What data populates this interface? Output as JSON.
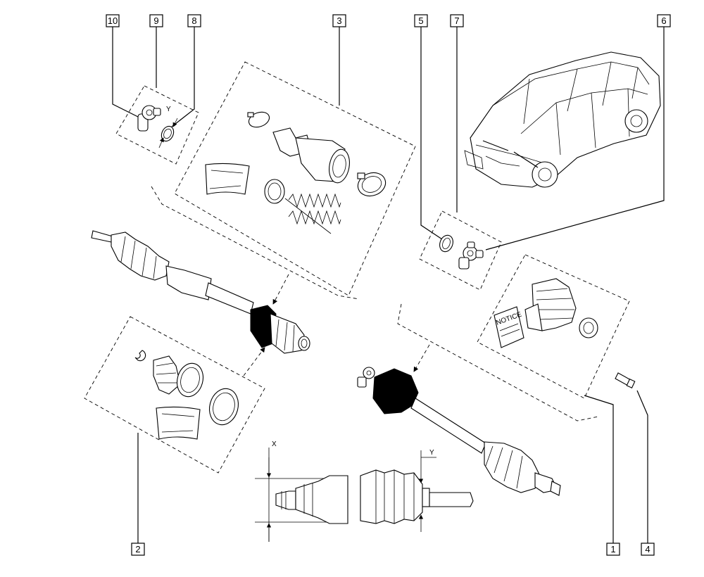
{
  "diagram": {
    "callouts": [
      "10",
      "9",
      "8",
      "3",
      "5",
      "7",
      "6",
      "2",
      "1",
      "4"
    ],
    "dimension_labels": {
      "x": "X",
      "y_joint": "Y",
      "y_detail": "Y"
    },
    "manual_label": "NOTICE"
  }
}
